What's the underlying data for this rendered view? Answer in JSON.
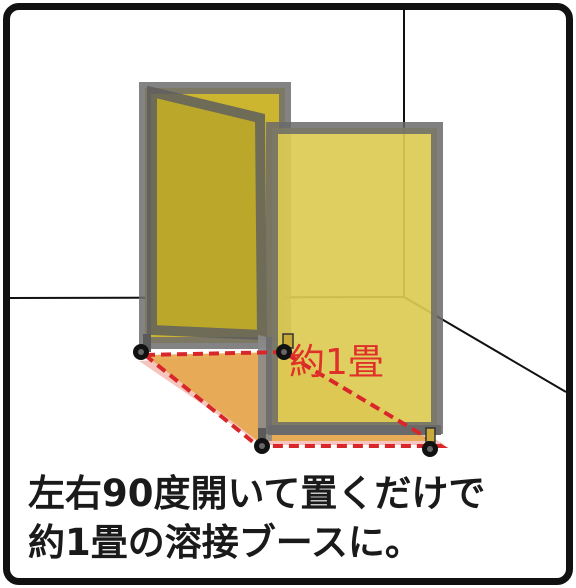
{
  "area_label": "約1畳",
  "caption": {
    "line1": "左右90度開いて置くだけで",
    "line2": "約1畳の溶接ブースに。"
  },
  "colors": {
    "panel_fill": "#d9c43a",
    "panel_frame": "#6d6d6d",
    "floor_fill": "#e5a64a",
    "floor_shadow": "#f6c5bd",
    "dashed_outline": "#d8262a",
    "label_text": "#e0302a",
    "caption_text": "#1a1a1a",
    "border": "#111111"
  },
  "icons": [
    "caster-wheel-icon"
  ]
}
